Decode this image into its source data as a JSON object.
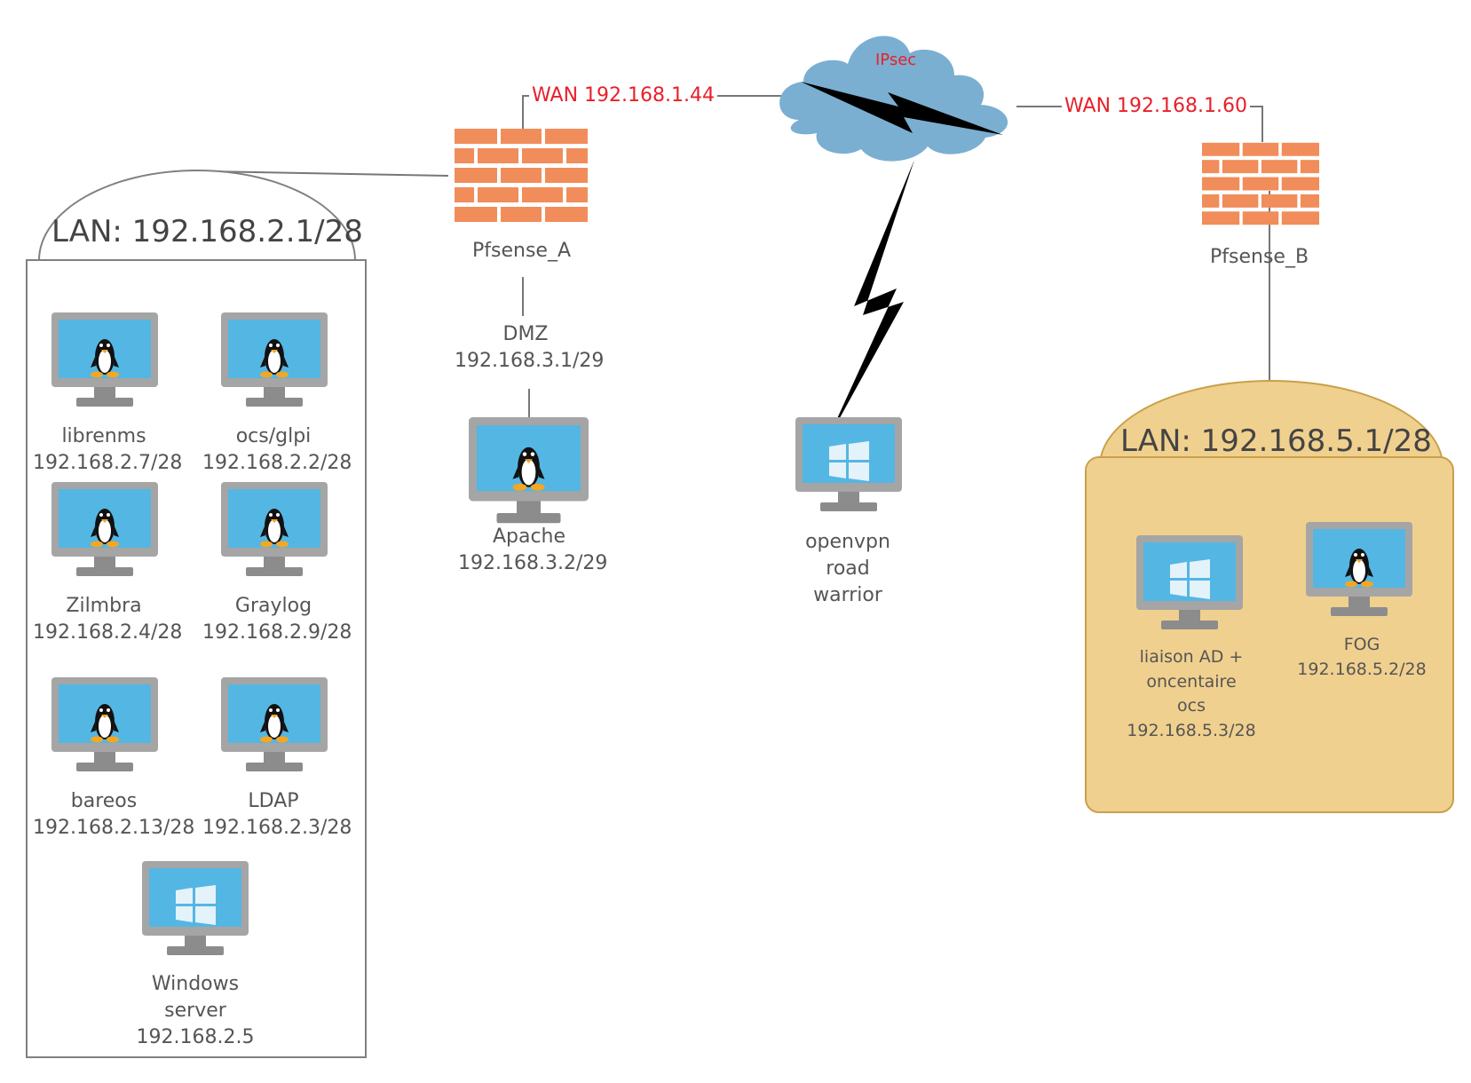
{
  "cloud": {
    "label": "IPsec"
  },
  "wan": {
    "a": "WAN 192.168.1.44",
    "b": "WAN 192.168.1.60"
  },
  "firewalls": {
    "a": "Pfsense_A",
    "b": "Pfsense_B"
  },
  "dmz": {
    "name": "DMZ",
    "ip": "192.168.3.1/29"
  },
  "apache": {
    "name": "Apache",
    "ip": "192.168.3.2/29"
  },
  "roadwarrior": {
    "line1": "openvpn",
    "line2": "road",
    "line3": "warrior"
  },
  "lan_a": {
    "title": "LAN: 192.168.2.1/28",
    "hosts": [
      {
        "name": "librenms",
        "ip": "192.168.2.7/28",
        "os": "linux-icon"
      },
      {
        "name": "ocs/glpi",
        "ip": "192.168.2.2/28",
        "os": "linux-icon"
      },
      {
        "name": "Zilmbra",
        "ip": "192.168.2.4/28",
        "os": "linux-icon"
      },
      {
        "name": "Graylog",
        "ip": "192.168.2.9/28",
        "os": "linux-icon"
      },
      {
        "name": "bareos",
        "ip": "192.168.2.13/28",
        "os": "linux-icon"
      },
      {
        "name": "LDAP",
        "ip": "192.168.2.3/28",
        "os": "linux-icon"
      }
    ],
    "windows_server": {
      "line1": "Windows",
      "line2": "server",
      "ip": "192.168.2.5"
    }
  },
  "lan_b": {
    "title": "LAN: 192.168.5.1/28",
    "ad": {
      "line1": "liaison AD +",
      "line2": "oncentaire",
      "line3": "ocs",
      "ip": "192.168.5.3/28"
    },
    "fog": {
      "name": "FOG",
      "ip": "192.168.5.2/28"
    }
  },
  "colors": {
    "wan_text": "#e8202a",
    "cloud": "#7aafd1",
    "brick": "#f18d5a",
    "screen": "#54b6e3",
    "lan_b_fill": "#f0d08e"
  }
}
